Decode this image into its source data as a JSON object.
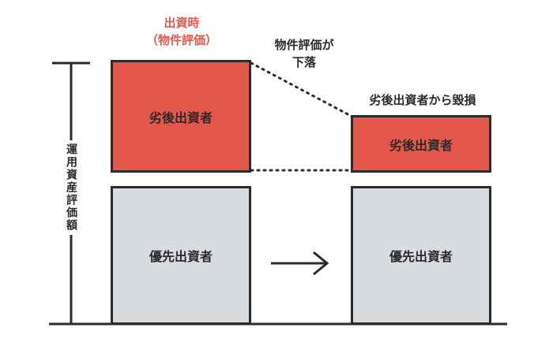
{
  "header": {
    "at_investment_line1": "出資時",
    "at_investment_line2": "（物件評価）",
    "value_drop_line1": "物件評価が",
    "value_drop_line2": "下落",
    "loss_note": "劣後出資者から毀損"
  },
  "axis": {
    "label": "運用資産評価額"
  },
  "left_stack": {
    "subordinated": "劣後出資者",
    "senior": "優先出資者"
  },
  "right_stack": {
    "subordinated": "劣後出資者",
    "senior": "優先出資者"
  },
  "colors": {
    "subordinated": "#e4584c",
    "senior": "#d9dcdf",
    "stroke": "#2b2b2b"
  },
  "icons": {
    "transition_arrow": "right-arrow-icon"
  }
}
